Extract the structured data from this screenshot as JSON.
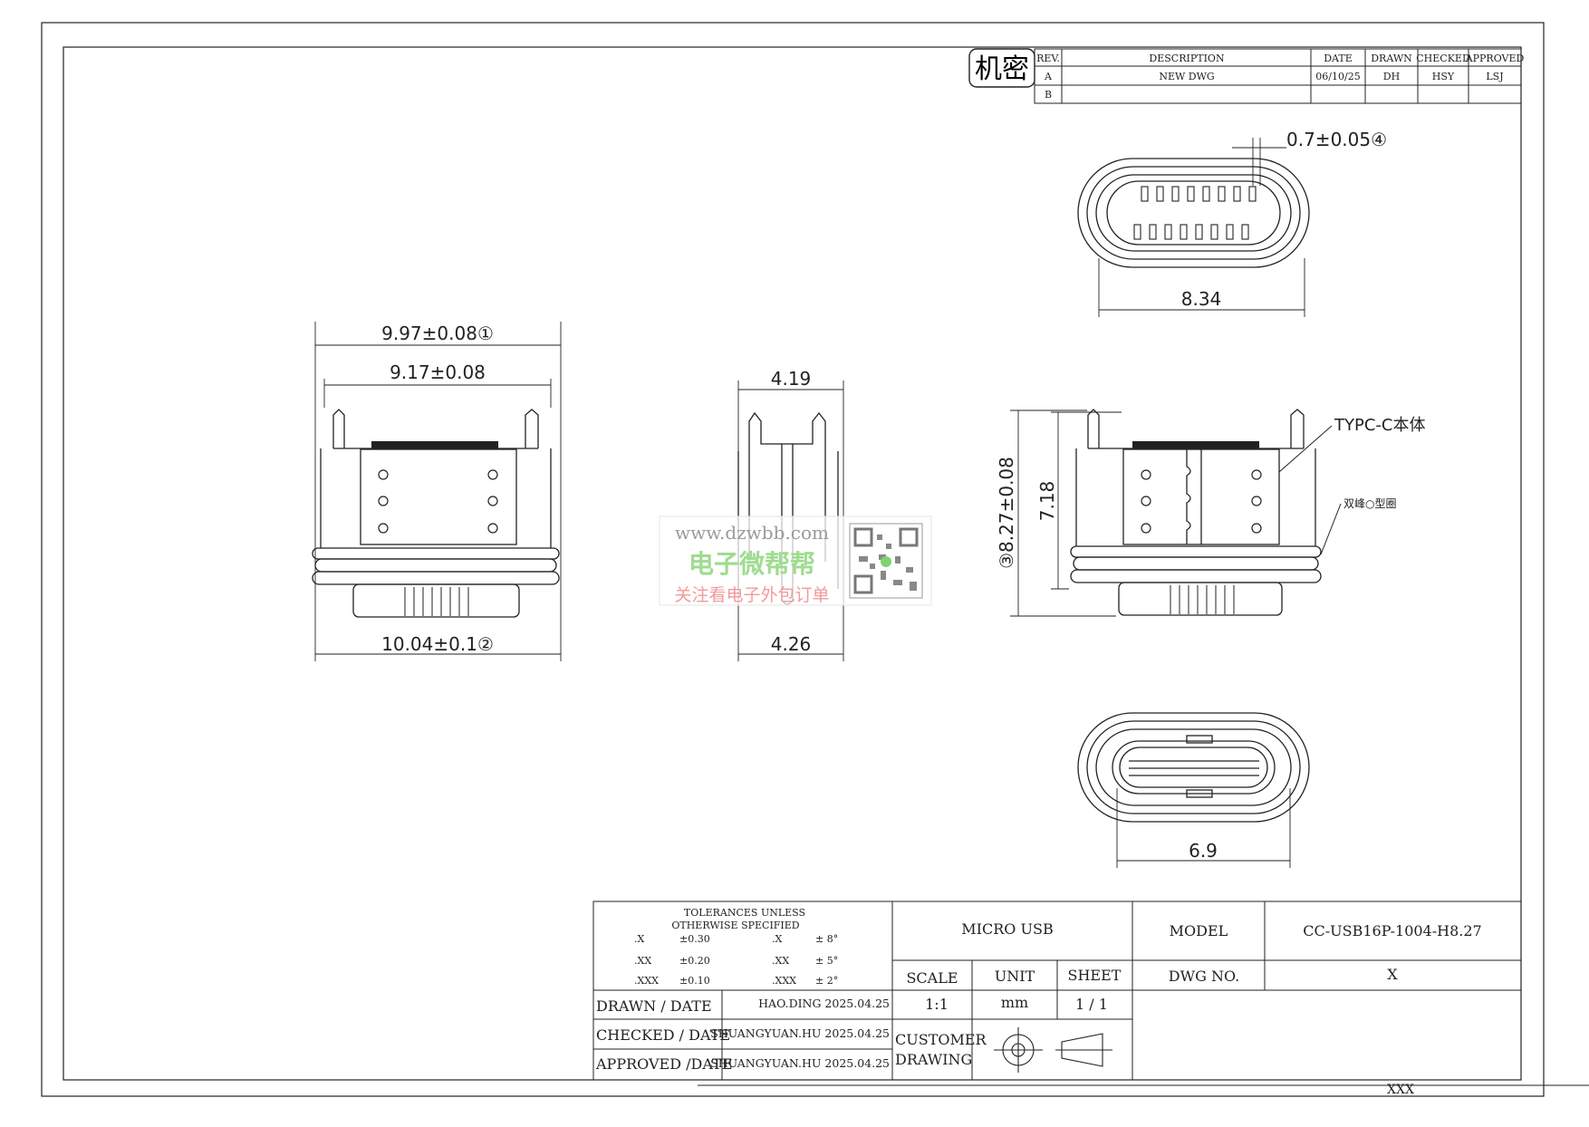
{
  "confidential_mark": "机密",
  "revision_table": {
    "headers": [
      "REV.",
      "DESCRIPTION",
      "DATE",
      "DRAWN",
      "CHECKED",
      "APPROVED"
    ],
    "rows": [
      {
        "rev": "A",
        "description": "NEW DWG",
        "date": "06/10/25",
        "drawn": "DH",
        "checked": "HSY",
        "approved": "LSJ"
      },
      {
        "rev": "B",
        "description": "",
        "date": "",
        "drawn": "",
        "checked": "",
        "approved": ""
      }
    ]
  },
  "dimensions": {
    "top_view_pin_width": "0.7±0.05④",
    "top_view_width": "8.34",
    "front_top_width": "9.97±0.08①",
    "front_inner_width": "9.17±0.08",
    "front_bottom_width": "10.04±0.1②",
    "side_top_width": "4.19",
    "side_bottom_width": "4.26",
    "right_total_height": "③8.27±0.08",
    "right_body_height": "7.18",
    "bottom_view_width": "6.9"
  },
  "annotations": {
    "body_label": "TYPC-C本体",
    "seal_label": "双峰○型圈"
  },
  "watermark": {
    "url": "www.dzwbb.com",
    "brand": "电子微帮帮",
    "slogan": "关注看电子外包订单"
  },
  "title_block": {
    "tolerances_title": "TOLERANCES UNLESS",
    "tolerances_subtitle": "OTHERWISE SPECIFIED",
    "tolerances": [
      {
        "key": ".X",
        "value": "±0.30",
        "akey": ".X",
        "avalue": "±  8°"
      },
      {
        "key": ".XX",
        "value": "±0.20",
        "akey": ".XX",
        "avalue": "±  5°"
      },
      {
        "key": ".XXX",
        "value": "±0.10",
        "akey": ".XXX",
        "avalue": "±  2°"
      }
    ],
    "product_name": "MICRO USB",
    "model_label": "MODEL",
    "model_value": "CC-USB16P-1004-H8.27",
    "dwg_no_label": "DWG NO.",
    "dwg_no_value": "X",
    "scale_label": "SCALE",
    "scale_value": "1:1",
    "unit_label": "UNIT",
    "unit_value": "mm",
    "sheet_label": "SHEET",
    "sheet_value": "1 / 1",
    "drawn_label": "DRAWN   /  DATE",
    "drawn_value": "HAO.DING 2025.04.25",
    "checked_label": "CHECKED  / DATE",
    "checked_value": "SHUANGYUAN.HU 2025.04.25",
    "approved_label": "APPROVED /DATE",
    "approved_value": "SHUANGYUAN.HU 2025.04.25",
    "customer_label_1": "CUSTOMER",
    "customer_label_2": "DRAWING",
    "footer_code": "XXX"
  }
}
